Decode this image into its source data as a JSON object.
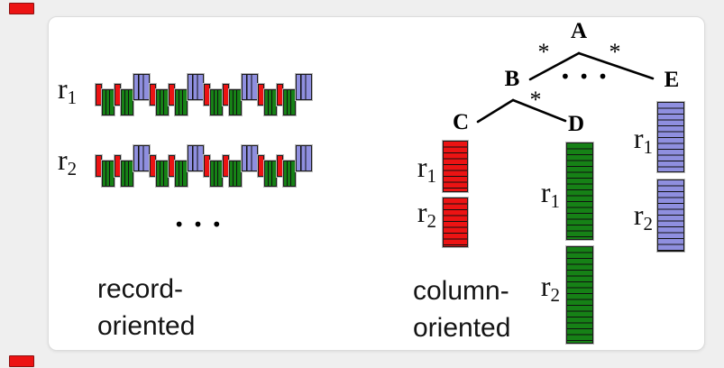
{
  "page": {
    "background": "#efefef",
    "card_background": "#ffffff"
  },
  "colors": {
    "red": "#ec1313",
    "green": "#168116",
    "blue": "#8f8fdf",
    "stripe-line": "#101010",
    "block-border": "#1c1c1c"
  },
  "record_panel": {
    "caption_line1": "record-",
    "caption_line2": "oriented",
    "ellipsis": "•••",
    "rows": [
      {
        "label_base": "r",
        "label_sub": "1"
      },
      {
        "label_base": "r",
        "label_sub": "2"
      }
    ],
    "pattern_unit": [
      "red",
      "green",
      "red",
      "green",
      "blue"
    ],
    "units_per_row": 4
  },
  "column_panel": {
    "caption_line1": "column-",
    "caption_line2": "oriented",
    "tree": {
      "root": "A",
      "left_child": "B",
      "right_child": "E",
      "grandchild_left": "C",
      "grandchild_right": "D",
      "asterisk": "*",
      "ellipsis": "•••"
    },
    "columns": [
      {
        "field": "C",
        "color_key": "red",
        "segments": [
          {
            "label_base": "r",
            "label_sub": "1"
          },
          {
            "label_base": "r",
            "label_sub": "2"
          }
        ]
      },
      {
        "field": "D",
        "color_key": "green",
        "segments": [
          {
            "label_base": "r",
            "label_sub": "1"
          },
          {
            "label_base": "r",
            "label_sub": "2"
          }
        ]
      },
      {
        "field": "E",
        "color_key": "blue",
        "segments": [
          {
            "label_base": "r",
            "label_sub": "1"
          },
          {
            "label_base": "r",
            "label_sub": "2"
          }
        ]
      }
    ]
  }
}
